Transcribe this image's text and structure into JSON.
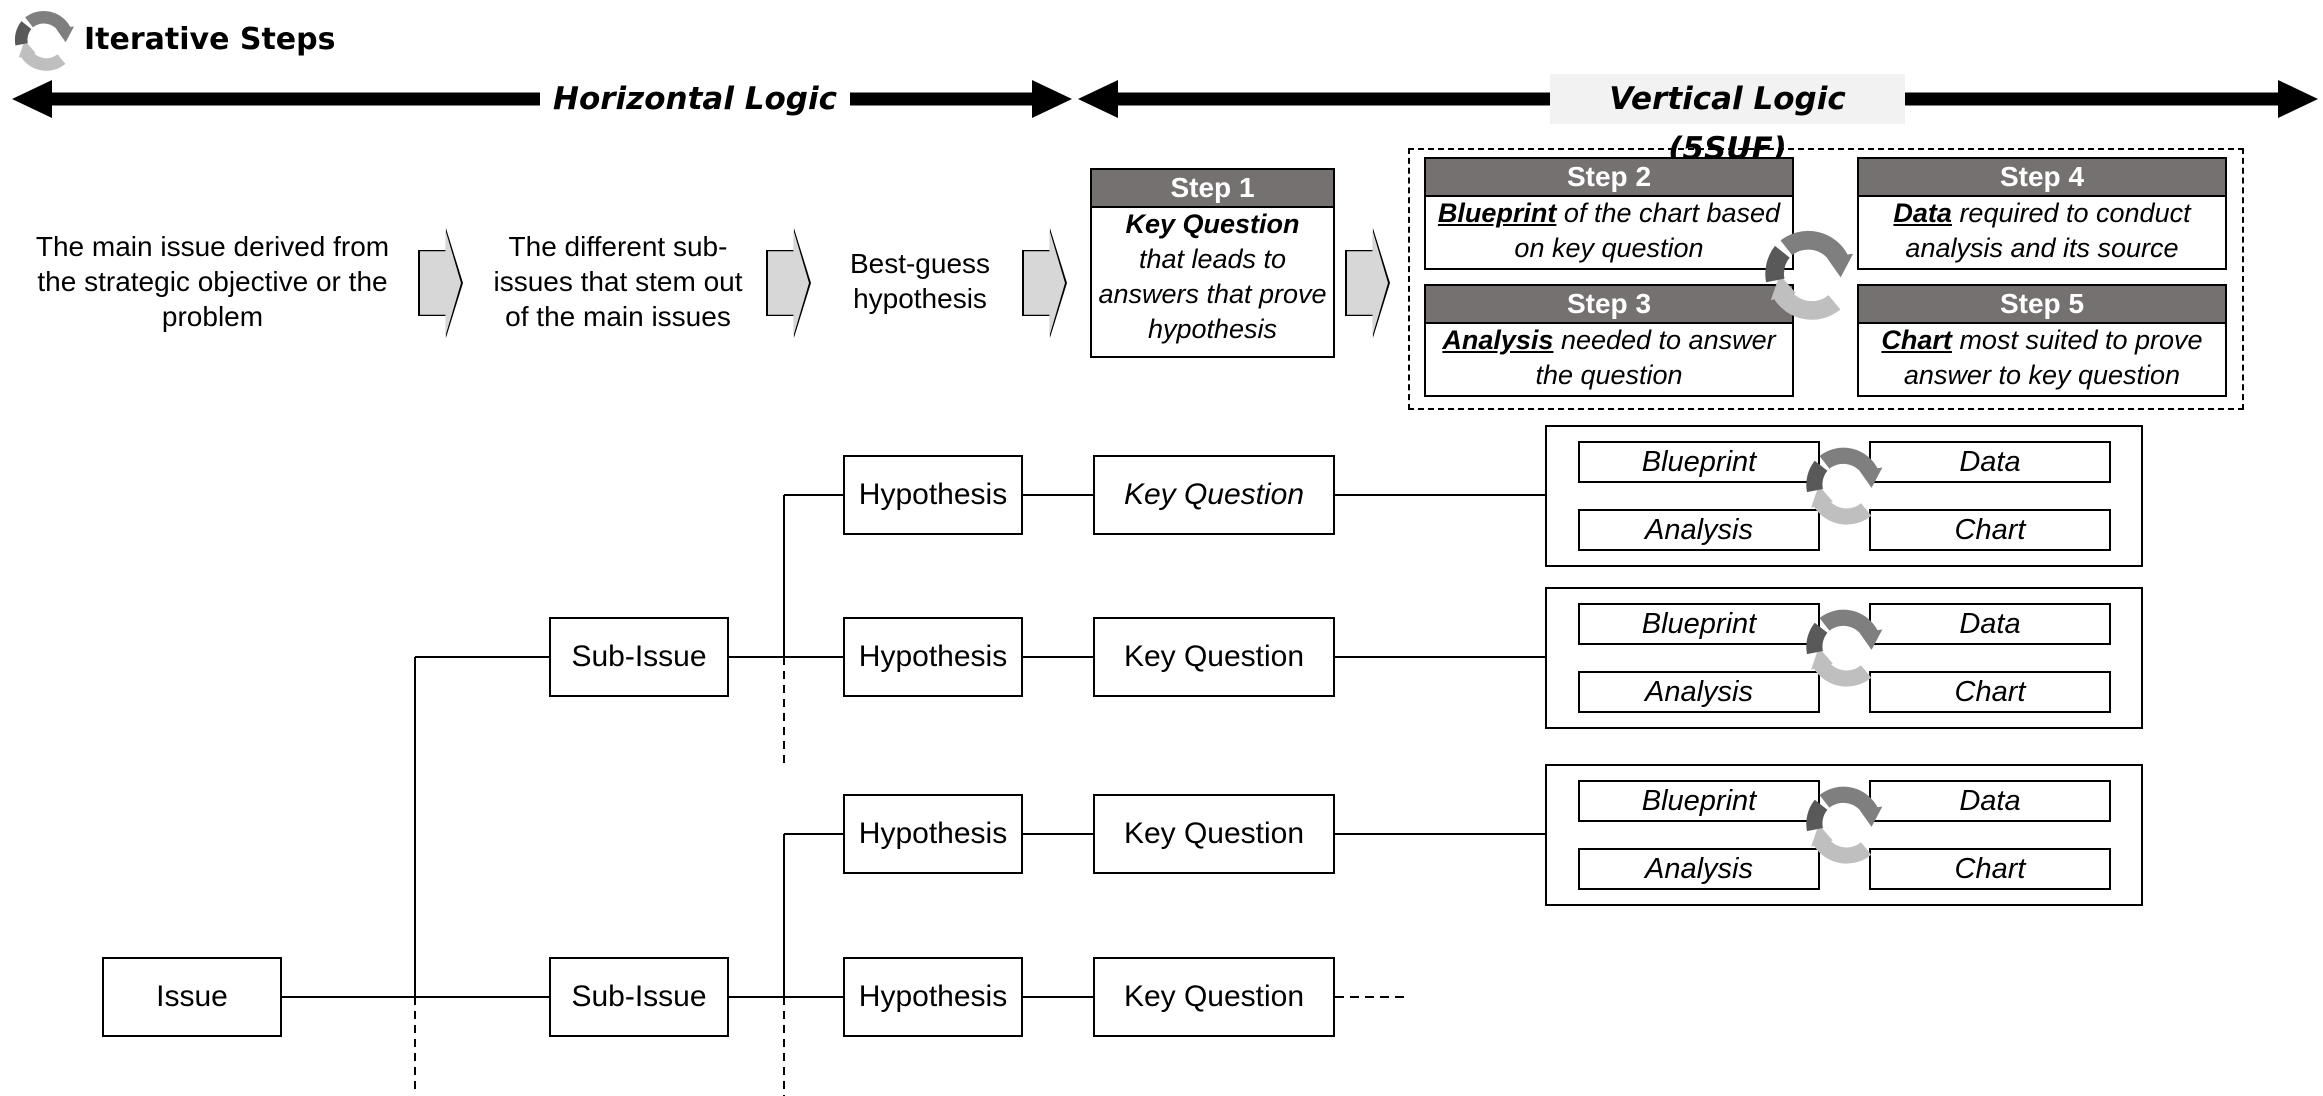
{
  "header": {
    "title": "Iterative Steps",
    "horizontal_logic": "Horizontal Logic",
    "vertical_logic": "Vertical Logic (5SUF)"
  },
  "flow": {
    "col1": "The main issue derived from the strategic objective or the problem",
    "col2": "The different sub-issues that stem out of the main issues",
    "col3": "Best-guess hypothesis"
  },
  "steps": {
    "step1": {
      "title": "Step 1",
      "kw": "Key Question",
      "text": "that leads to answers that prove hypothesis"
    },
    "step2": {
      "title": "Step 2",
      "kw": "Blueprint",
      "text": " of the chart based on key question"
    },
    "step3": {
      "title": "Step 3",
      "kw": "Analysis",
      "text": " needed to answer the question"
    },
    "step4": {
      "title": "Step 4",
      "kw": "Data",
      "text": " required to conduct analysis and its source"
    },
    "step5": {
      "title": "Step 5",
      "kw": "Chart",
      "text": " most suited to prove answer to key question"
    }
  },
  "tree": {
    "issue": "Issue",
    "sub_issues": [
      "Sub-Issue",
      "Sub-Issue"
    ],
    "hypotheses": [
      "Hypothesis",
      "Hypothesis",
      "Hypothesis",
      "Hypothesis"
    ],
    "key_questions": [
      "Key Question",
      "Key Question",
      "Key Question",
      "Key Question"
    ]
  },
  "panels": [
    {
      "blueprint": "Blueprint",
      "data": "Data",
      "analysis": "Analysis",
      "chart": "Chart"
    },
    {
      "blueprint": "Blueprint",
      "data": "Data",
      "analysis": "Analysis",
      "chart": "Chart"
    },
    {
      "blueprint": "Blueprint",
      "data": "Data",
      "analysis": "Analysis",
      "chart": "Chart"
    }
  ],
  "colors": {
    "step_header": "#757171",
    "chevron_fill": "#d7d7d7",
    "vertical_label_bg": "#f2f2f2",
    "cycle_dark": "#7f7f7f",
    "cycle_light": "#bfbfbf"
  },
  "icons": [
    "cycle-arrows-icon",
    "chevron-arrow-icon",
    "double-headed-arrow-icon"
  ]
}
